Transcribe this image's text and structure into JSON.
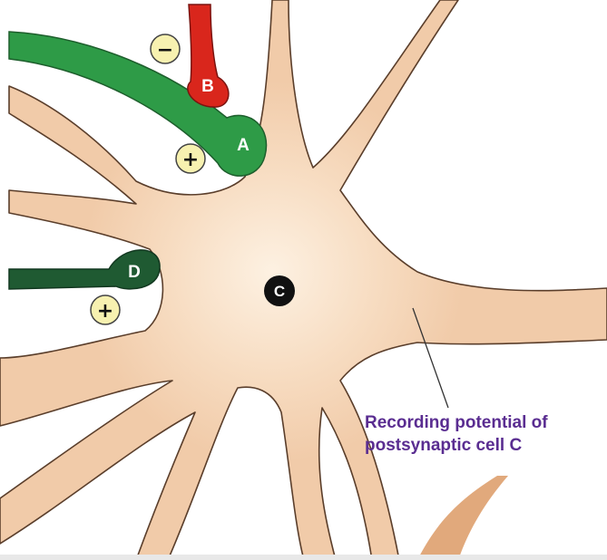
{
  "diagram": {
    "terminals": [
      {
        "label": "A",
        "sign": "+",
        "color": "#2e9b47"
      },
      {
        "label": "B",
        "sign": "−",
        "color": "#d9261c"
      },
      {
        "label": "D",
        "sign": "+",
        "color": "#1f5a32"
      }
    ],
    "postsynaptic_cell": {
      "label": "C",
      "color": "#f7d9bd"
    },
    "recording_caption": {
      "line1": "Recording potential of",
      "line2": "postsynaptic cell C",
      "color": "#5a2d91"
    }
  }
}
